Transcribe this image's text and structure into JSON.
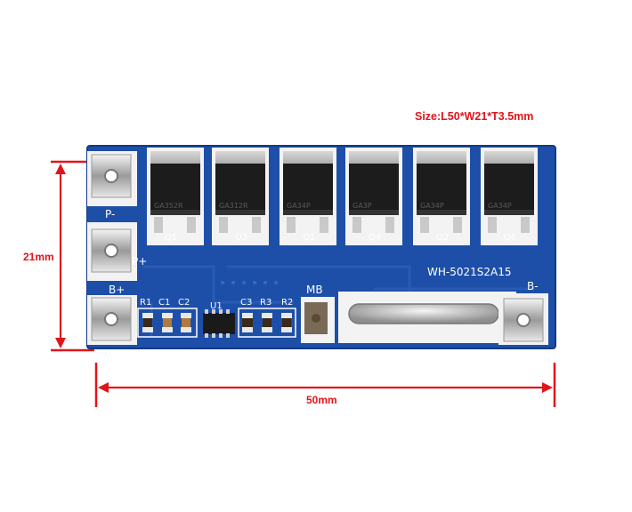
{
  "annotations": {
    "size": "Size:L50*W21*T3.5mm",
    "height": "21mm",
    "width": "50mm"
  },
  "board": {
    "model": "WH-5021S2A15",
    "pads": {
      "p_minus": "P-",
      "p_plus": "P+",
      "b_plus": "B+",
      "b_minus": "B-",
      "mb": "MB"
    },
    "mosfets": [
      "Q5",
      "Q3",
      "Q1",
      "Q4",
      "Q2",
      "Q6"
    ],
    "mosfet_marks": [
      "GA352R",
      "GA312R",
      "GA34P",
      "GA3P",
      "GA34P",
      "GA34P"
    ],
    "components": [
      "R1",
      "C1",
      "C2",
      "U1",
      "C3",
      "R3",
      "R2"
    ]
  },
  "colors": {
    "pcb": "#1d4fa8",
    "dimension": "#e0151b",
    "silkscreen": "#ffffff"
  }
}
